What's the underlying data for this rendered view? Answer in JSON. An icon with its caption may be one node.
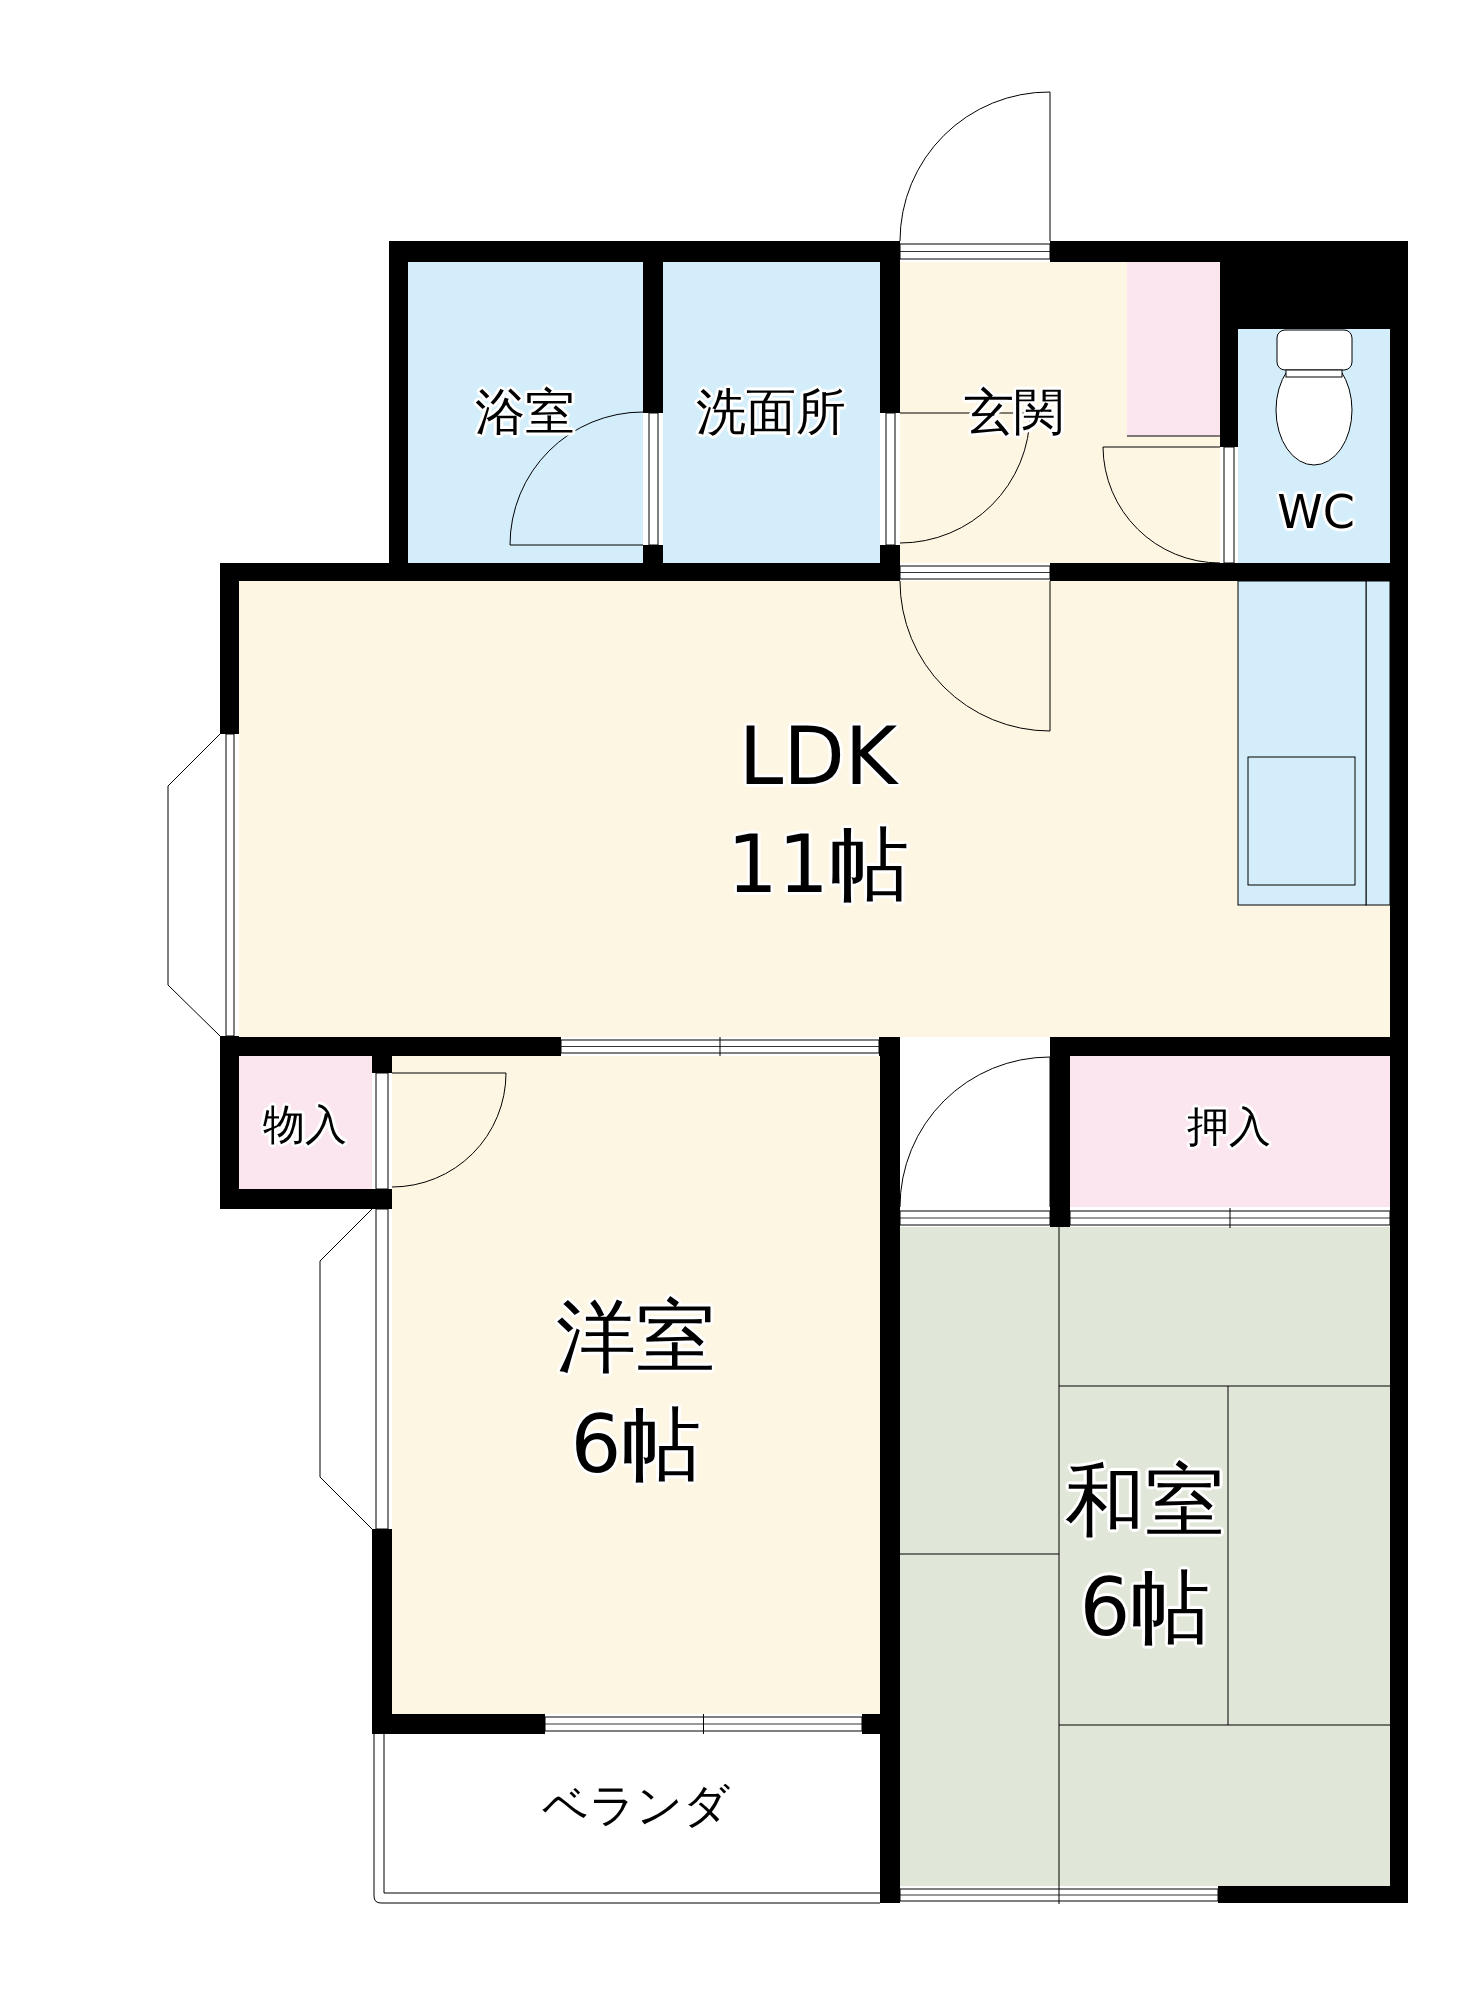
{
  "diagram": {
    "nodes": [
      {
        "text": [
          "浴室"
        ]
      },
      {
        "text": [
          "洗面所"
        ]
      },
      {
        "text": [
          "玄関"
        ]
      },
      {
        "text": [],
        "shape": "box",
        "in": 2
      },
      {
        "text": [
          "WC"
        ]
      },
      {
        "text": [
          "LDK",
          "11帖"
        ]
      },
      {
        "text": [
          "物入"
        ]
      },
      {
        "text": [
          "押入"
        ]
      },
      {
        "text": [
          "洋室",
          "6帖"
        ]
      },
      {
        "text": [
          "和室",
          "6帖"
        ]
      },
      {
        "text": [
          "ベランダ"
        ]
      }
    ]
  }
}
